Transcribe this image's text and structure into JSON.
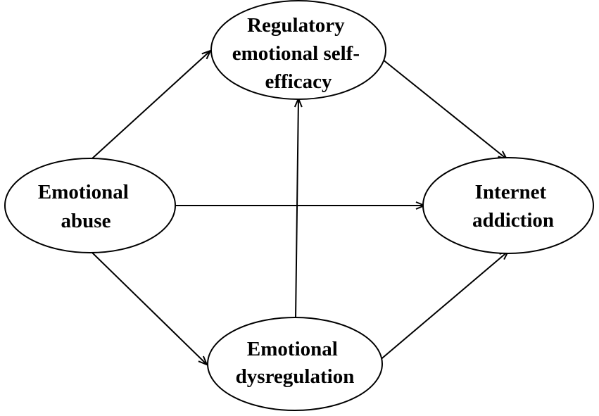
{
  "diagram": {
    "nodes": [
      {
        "id": "emotional-abuse",
        "lines": [
          "Emotional",
          "abuse"
        ]
      },
      {
        "id": "regulatory-emotional-self-efficacy",
        "lines": [
          "Regulatory",
          "emotional self-",
          "efficacy"
        ]
      },
      {
        "id": "emotional-dysregulation",
        "lines": [
          "Emotional",
          "dysregulation"
        ]
      },
      {
        "id": "internet-addiction",
        "lines": [
          "Internet",
          "addiction"
        ]
      }
    ],
    "edges": [
      {
        "from": "emotional-abuse",
        "to": "regulatory-emotional-self-efficacy"
      },
      {
        "from": "emotional-abuse",
        "to": "internet-addiction"
      },
      {
        "from": "emotional-abuse",
        "to": "emotional-dysregulation"
      },
      {
        "from": "regulatory-emotional-self-efficacy",
        "to": "internet-addiction"
      },
      {
        "from": "emotional-dysregulation",
        "to": "regulatory-emotional-self-efficacy"
      },
      {
        "from": "emotional-dysregulation",
        "to": "internet-addiction"
      }
    ],
    "colors": {
      "stroke": "#000000",
      "fill": "#ffffff",
      "text": "#000000"
    }
  }
}
